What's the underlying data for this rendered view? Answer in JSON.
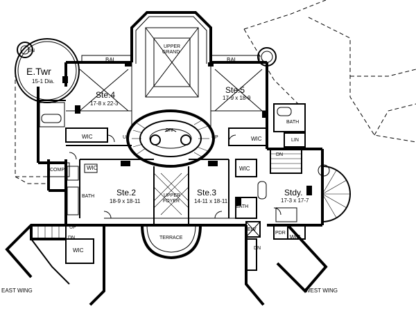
{
  "rooms": {
    "e_twr": {
      "name": "E.Twr",
      "dim": "15-1 Dia."
    },
    "ste4": {
      "name": "Ste.4",
      "dim": "17-8 x 22-3"
    },
    "ste5": {
      "name": "Ste.5",
      "dim": "17-9 x 18-9"
    },
    "ste2": {
      "name": "Ste.2",
      "dim": "18-9 x 18-11"
    },
    "ste3": {
      "name": "Ste.3",
      "dim": "14-11 x 18-11"
    },
    "stdy": {
      "name": "Stdy.",
      "dim": "17-3 x 17-7"
    }
  },
  "labels": {
    "upper_grand_1": "UPPER",
    "upper_grand_2": "GRAND",
    "upper_foyer_1": "UPPER",
    "upper_foyer_2": "FOYER",
    "bal_left": "BAL.",
    "bal_right": "BAL.",
    "dn_tower": "DN",
    "dn_stair": "DN",
    "dn_right": "DN",
    "dn_bottom_left": "DN",
    "dn_bottom_right": "DN",
    "up_left": "UP",
    "up_right": "UP",
    "up_bottom_left": "UP",
    "wic_1": "WIC",
    "wic_2": "WIC",
    "wic_3": "WIC",
    "wic_4": "WIC",
    "wic_5": "WIC",
    "wic_6": "WIC",
    "bath_1": "BATH",
    "bath_2": "BATH",
    "bath_3": "BATH",
    "lin": "LIN",
    "comp": "COMP.",
    "terrace": "TERRACE",
    "elv": "ELV",
    "pdr": "PDR",
    "east_wing": "EAST WING",
    "west_wing": "WEST WING"
  }
}
